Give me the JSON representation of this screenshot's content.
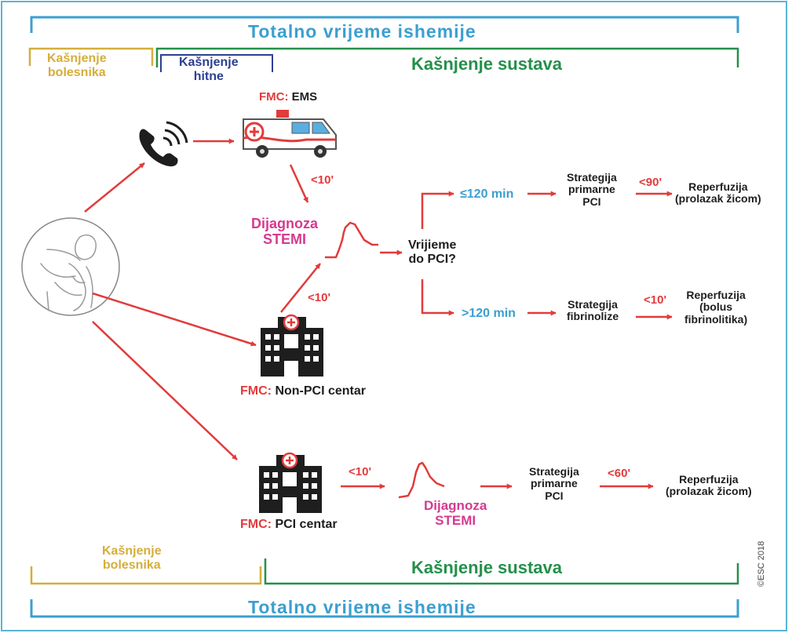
{
  "colors": {
    "border": "#5ab4d6",
    "total": "#3b9fd0",
    "patient_delay": "#d5ae3a",
    "ems_delay": "#2d3f93",
    "system_delay": "#24904a",
    "arrow": "#e23b3b",
    "diagnosis": "#d63a8f",
    "text": "#1e1e1e"
  },
  "top": {
    "total_time": "Totalno vrijeme ishemije",
    "patient_delay": "Kašnjenje\nbolesnika",
    "ems_delay": "Kašnjenje\nhitne",
    "system_delay": "Kašnjenje sustava"
  },
  "bottom": {
    "patient_delay": "Kašnjenje\nbolesnika",
    "system_delay": "Kašnjenje sustava",
    "total_time": "Totalno vrijeme ishemije"
  },
  "ems": {
    "fmc_prefix": "FMC:",
    "fmc_label": "EMS"
  },
  "nonpci": {
    "fmc_prefix": "FMC:",
    "fmc_label": "Non-PCI centar"
  },
  "pci": {
    "fmc_prefix": "FMC:",
    "fmc_label": "PCI centar"
  },
  "times": {
    "ems_to_dx": "<10'",
    "nonpci_to_dx": "<10'",
    "pci_to_dx": "<10'",
    "le120": "≤120 min",
    "gt120": ">120 min",
    "primary_pci_90": "<90'",
    "fibrinolysis_10": "<10'",
    "pci_60": "<60'"
  },
  "diagnosis_upper": "Dijagnoza\nSTEMI",
  "diagnosis_lower": "Dijagnoza\nSTEMI",
  "decision": "Vrijieme\ndo PCI?",
  "strategy_primary_pci": "Strategija\nprimarne\nPCI",
  "strategy_fibrinolysis": "Strategija\nfibrinolize",
  "strategy_pci_center": "Strategija\nprimarne\nPCI",
  "reperfusion_wire": "Reperfuzija\n(prolazak žicom)",
  "reperfusion_bolus": "Reperfuzija\n(bolus\nfibrinolitika)",
  "reperfusion_wire_pci": "Reperfuzija\n(prolazak žicom)",
  "copyright": "©ESC 2018"
}
